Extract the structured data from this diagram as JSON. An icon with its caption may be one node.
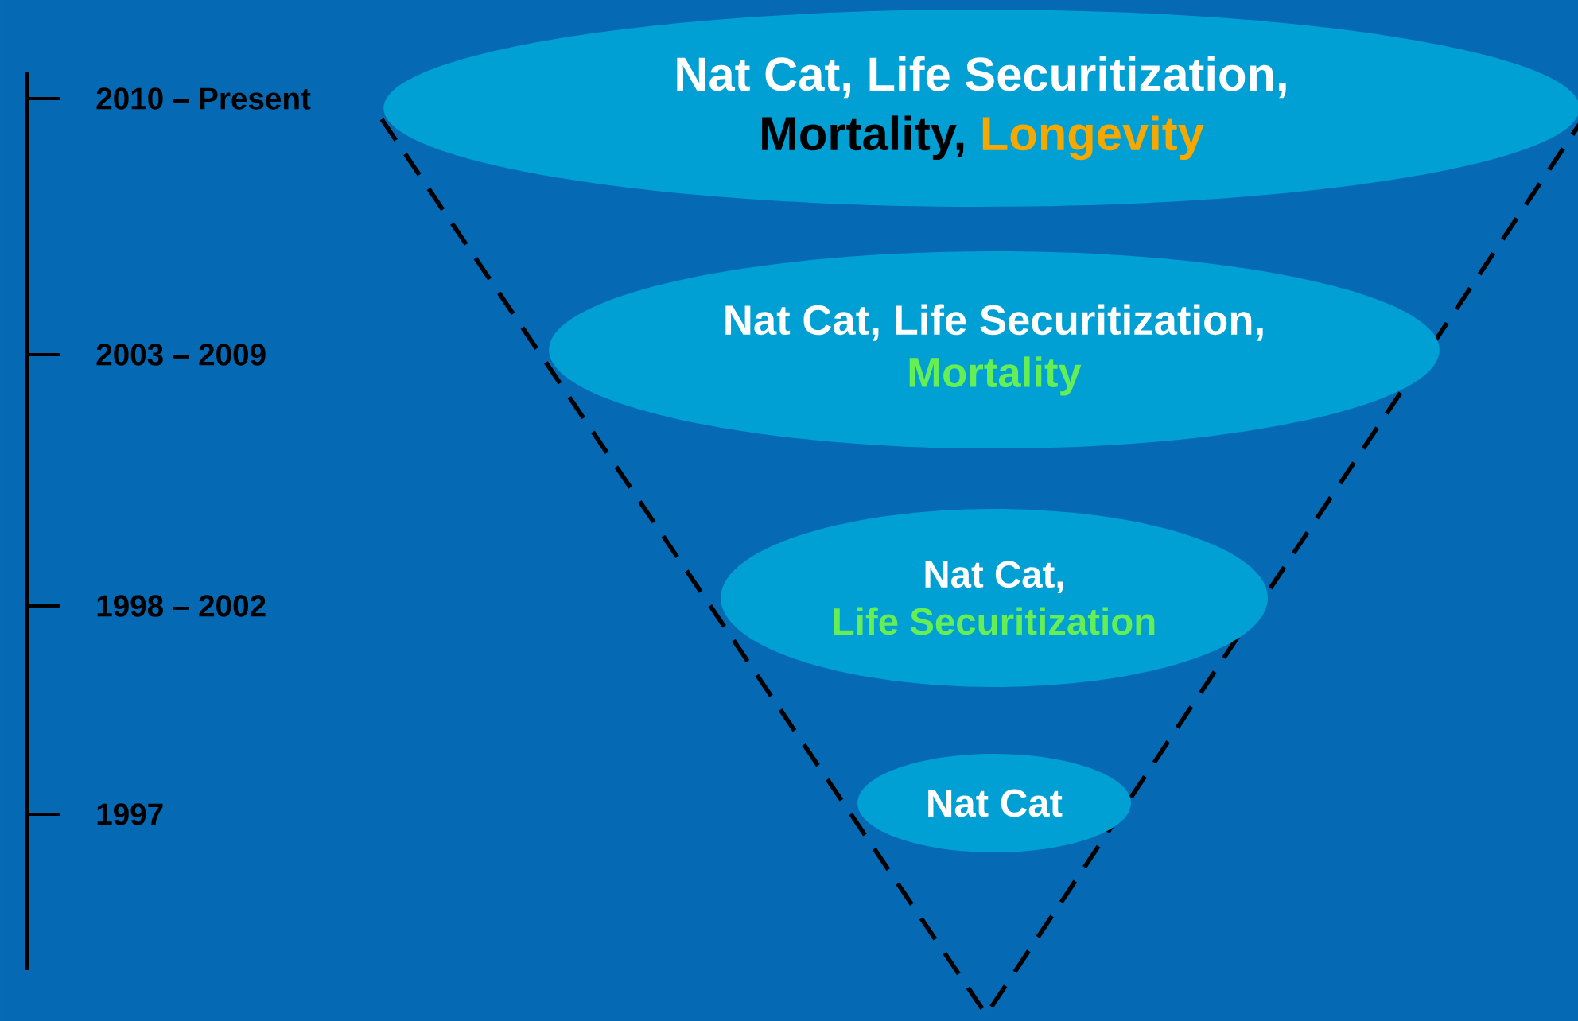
{
  "diagram": {
    "nodes": [
      {
        "text": [
          "Nat Cat, Life Securitization,",
          "Mortality,",
          "Longevity"
        ]
      },
      {
        "text": [
          "Nat Cat, Life Securitization,",
          "Mortality"
        ]
      },
      {
        "text": [
          "Nat Cat,",
          "Life Securitization"
        ]
      },
      {
        "text": [
          "Nat Cat"
        ]
      }
    ],
    "edges": [],
    "labels": [
      "2010 – Present",
      "2003 – 2009",
      "1998 – 2002",
      "1997"
    ]
  }
}
